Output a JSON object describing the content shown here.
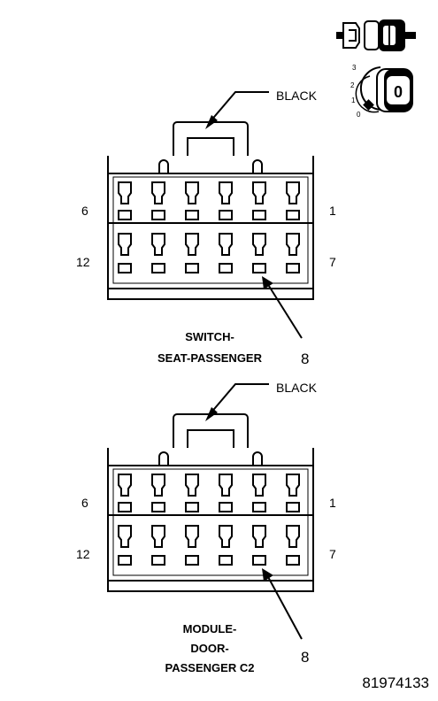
{
  "connectors": [
    {
      "id": "switch-seat-passenger",
      "color_label": "BLACK",
      "title_lines": [
        "SWITCH-",
        "SEAT-PASSENGER"
      ],
      "pin_label_top_left": "6",
      "pin_label_top_right": "1",
      "pin_label_bottom_left": "12",
      "pin_label_bottom_right": "7",
      "callout_pin": "8"
    },
    {
      "id": "module-door-passenger-c2",
      "color_label": "BLACK",
      "title_lines": [
        "MODULE-",
        "DOOR-",
        "PASSENGER C2"
      ],
      "pin_label_top_left": "6",
      "pin_label_top_right": "1",
      "pin_label_bottom_left": "12",
      "pin_label_bottom_right": "7",
      "callout_pin": "8"
    }
  ],
  "legend": {
    "icon": "connector-view-key-icon",
    "scale_numbers": [
      "3",
      "2",
      "1",
      "0"
    ],
    "key_symbol": "0"
  },
  "figure_number": "81974133"
}
